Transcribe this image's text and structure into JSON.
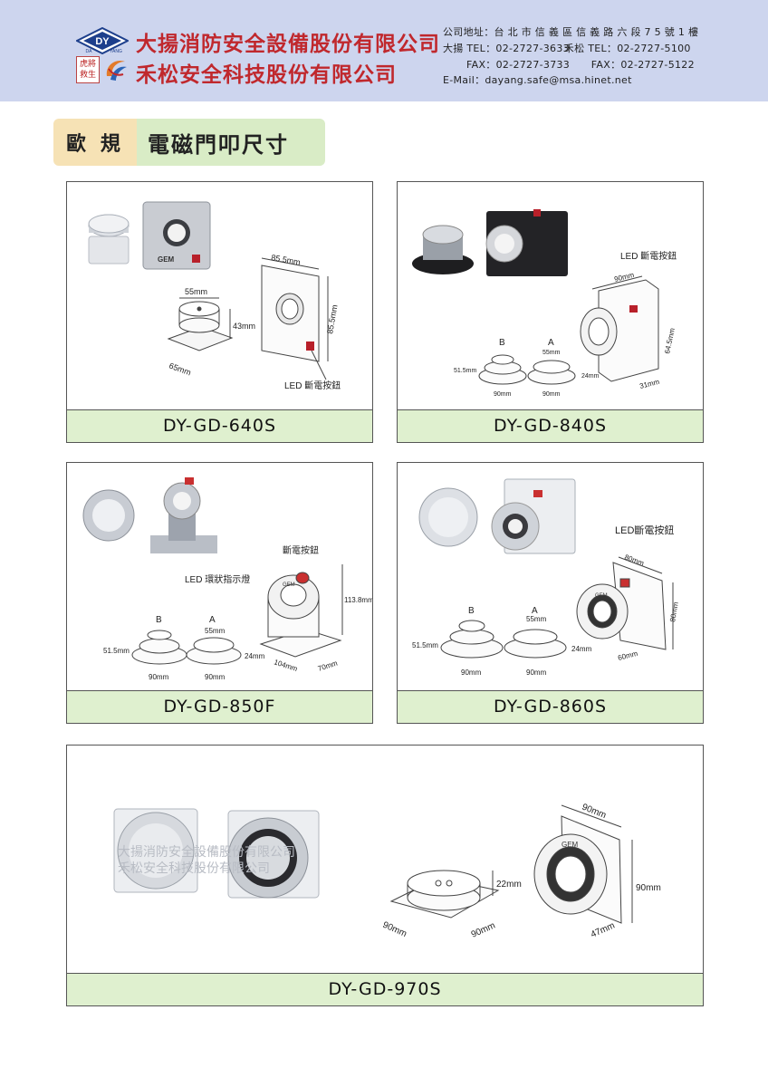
{
  "header": {
    "logo_dy": "DY",
    "logo_dy_sub_left": "DA",
    "logo_dy_sub_right": "YANG",
    "logo_seal": "虎將救生",
    "company1": "大揚消防安全設備股份有限公司",
    "company2": "禾松安全科技股份有限公司",
    "address": "公司地址：台 北 市 信 義 區 信 義 路 六 段 7 5 號 1 樓",
    "tel1": "大揚 TEL：02-2727-3633",
    "tel2": "禾松 TEL：02-2727-5100",
    "fax1": "FAX：02-2727-3733",
    "fax2": "FAX：02-2727-5122",
    "email": "E-Mail：dayang.safe@msa.hinet.net"
  },
  "section": {
    "region": "歐 規",
    "title": "電磁門叩尺寸"
  },
  "products": [
    {
      "model": "DY-GD-640S",
      "brand": "GEM",
      "button": "LED 斷電按鈕",
      "dims": {
        "plate_w": "85.5mm",
        "plate_h": "85.5mm",
        "head": "55mm",
        "height": "43mm",
        "base": "65mm"
      }
    },
    {
      "model": "DY-GD-840S",
      "button": "LED 斷電按鈕",
      "variant_b": "B",
      "variant_a": "A",
      "dims": {
        "width": "90mm",
        "height": "64.5mm",
        "depth": "31mm",
        "head": "55mm",
        "b_h": "51.5mm",
        "a_h": "24mm",
        "b_w": "90mm",
        "a_w": "90mm"
      }
    },
    {
      "model": "DY-GD-850F",
      "brand": "GEM",
      "button": "斷電按鈕",
      "ring": "LED 環狀指示燈",
      "variant_b": "B",
      "variant_a": "A",
      "dims": {
        "height": "113.8mm",
        "len": "104mm",
        "wid": "70mm",
        "head": "55mm",
        "b_h": "51.5mm",
        "a_h": "24mm",
        "b_w": "90mm",
        "a_w": "90mm"
      }
    },
    {
      "model": "DY-GD-860S",
      "brand": "GEM",
      "button": "LED斷電按鈕",
      "variant_b": "B",
      "variant_a": "A",
      "dims": {
        "top": "80mm",
        "side": "80mm",
        "depth": "60mm",
        "head": "55mm",
        "b_h": "51.5mm",
        "a_h": "24mm",
        "b_w": "90mm",
        "a_w": "90mm"
      }
    },
    {
      "model": "DY-GD-970S",
      "brand": "GEM",
      "watermark1": "大揚消防安全設備股份有限公司",
      "watermark2": "禾松安全科技股份有限公司",
      "dims": {
        "top": "90mm",
        "side": "90mm",
        "depth": "47mm",
        "height": "22mm",
        "w1": "90mm",
        "w2": "90mm"
      }
    }
  ],
  "colors": {
    "header_bg": "#cdd5ee",
    "brand_red": "#c0282d",
    "label_bg": "#dff0cf",
    "tab_a": "#f6e2b5",
    "tab_b": "#d9ecc6"
  }
}
